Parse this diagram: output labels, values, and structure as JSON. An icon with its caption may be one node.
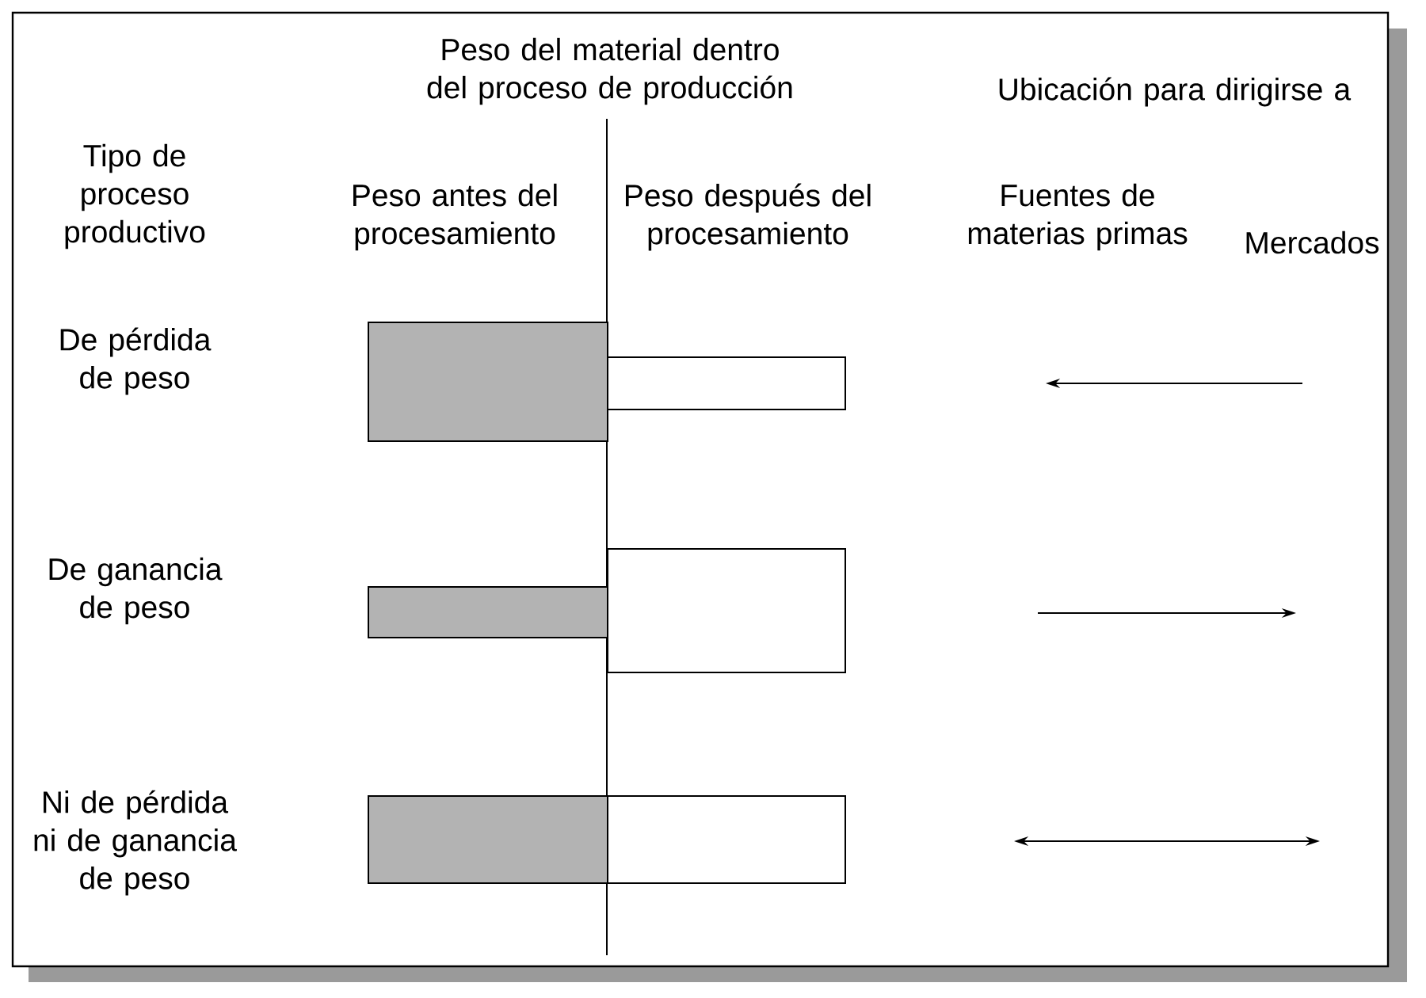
{
  "diagram": {
    "nodes": [
      {
        "text": [],
        "shape": "bar"
      },
      {
        "text": [],
        "shape": "bar"
      },
      {
        "text": [],
        "shape": "bar"
      },
      {
        "text": [],
        "shape": "bar"
      },
      {
        "text": [],
        "shape": "bar"
      },
      {
        "text": [],
        "shape": "bar"
      }
    ],
    "labels": [
      "Peso del material dentro del proceso de producción",
      "Ubicación para dirigirse a",
      "Tipo de proceso productivo",
      "Peso antes del procesamiento",
      "Peso después del procesamiento",
      "Fuentes de materias primas",
      "Mercados",
      "De pérdida de peso",
      "De ganancia de peso",
      "Ni de pérdida ni de ganancia de peso"
    ]
  }
}
